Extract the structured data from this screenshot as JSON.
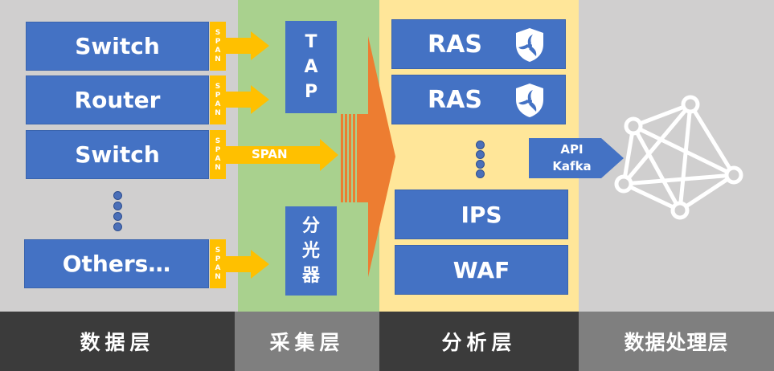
{
  "layers": {
    "data": "数据层",
    "collect": "采集层",
    "analyze": "分析层",
    "process": "数据处理层"
  },
  "devices": [
    {
      "label": "Switch"
    },
    {
      "label": "Router"
    },
    {
      "label": "Switch"
    },
    {
      "label": "Others…"
    }
  ],
  "span_tag": [
    "S",
    "P",
    "A",
    "N"
  ],
  "span_arrow_label": "SPAN",
  "collectors": {
    "tap": [
      "T",
      "A",
      "P"
    ],
    "splitter": [
      "分",
      "光",
      "器"
    ]
  },
  "analyzers": {
    "ras1": "RAS",
    "ras2": "RAS",
    "ips": "IPS",
    "waf": "WAF"
  },
  "api_arrow": {
    "line1": "API",
    "line2": "Kafka"
  },
  "icons": {
    "ras_shield": "shield-icon",
    "network": "network-graph-icon"
  },
  "colors": {
    "device_blue": "#4472c4",
    "span_orange": "#ffc000",
    "funnel_orange": "#ed7d31",
    "data_bg": "#d0cfcf",
    "collect_bg": "#a9d18e",
    "analyze_bg": "#ffe699"
  }
}
